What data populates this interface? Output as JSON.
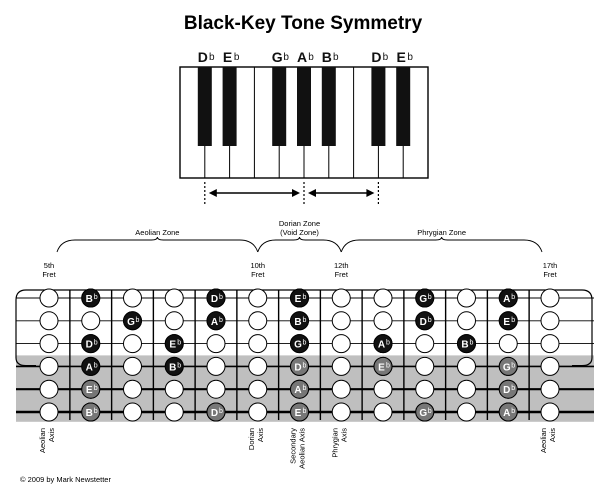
{
  "title": "Black-Key Tone Symmetry",
  "copyright": "© 2009 by Mark Newstetter",
  "keyboard": {
    "top_labels": [
      {
        "note": "D",
        "acc": "b"
      },
      {
        "note": "E",
        "acc": "b"
      },
      {
        "note": "G",
        "acc": "b"
      },
      {
        "note": "A",
        "acc": "b"
      },
      {
        "note": "B",
        "acc": "b"
      },
      {
        "note": "D",
        "acc": "b"
      },
      {
        "note": "E",
        "acc": "b"
      }
    ],
    "symmetry_note": "symmetric arrows around the A-flat axis"
  },
  "zones": [
    {
      "name": "Aeolian Zone"
    },
    {
      "name": "Dorian Zone",
      "sub": "(Void Zone)"
    },
    {
      "name": "Phrygian Zone"
    }
  ],
  "fret_labels": [
    {
      "num": "5th",
      "word": "Fret"
    },
    {
      "num": "10th",
      "word": "Fret"
    },
    {
      "num": "12th",
      "word": "Fret"
    },
    {
      "num": "17th",
      "word": "Fret"
    }
  ],
  "axis_labels": [
    {
      "lines": [
        "Aeolian",
        "Axis"
      ]
    },
    {
      "lines": [
        "Dorian",
        "Axis"
      ]
    },
    {
      "lines": [
        "Secondary",
        "Aeolian Axis"
      ]
    },
    {
      "lines": [
        "Phrygian",
        "Axis"
      ]
    },
    {
      "lines": [
        "Aeolian",
        "Axis"
      ]
    }
  ],
  "fretboard": {
    "fret_count": 13,
    "string_count": 6,
    "notes": [
      {
        "string": 1,
        "fret": 1,
        "name": "B",
        "acc": "b",
        "style": "black"
      },
      {
        "string": 1,
        "fret": 4,
        "name": "D",
        "acc": "b",
        "style": "black"
      },
      {
        "string": 1,
        "fret": 6,
        "name": "E",
        "acc": "b",
        "style": "black"
      },
      {
        "string": 1,
        "fret": 9,
        "name": "G",
        "acc": "b",
        "style": "black"
      },
      {
        "string": 1,
        "fret": 11,
        "name": "A",
        "acc": "b",
        "style": "black"
      },
      {
        "string": 2,
        "fret": 2,
        "name": "G",
        "acc": "b",
        "style": "black"
      },
      {
        "string": 2,
        "fret": 4,
        "name": "A",
        "acc": "b",
        "style": "black"
      },
      {
        "string": 2,
        "fret": 6,
        "name": "B",
        "acc": "b",
        "style": "black"
      },
      {
        "string": 2,
        "fret": 9,
        "name": "D",
        "acc": "b",
        "style": "black"
      },
      {
        "string": 2,
        "fret": 11,
        "name": "E",
        "acc": "b",
        "style": "black"
      },
      {
        "string": 3,
        "fret": 1,
        "name": "D",
        "acc": "b",
        "style": "black"
      },
      {
        "string": 3,
        "fret": 3,
        "name": "E",
        "acc": "b",
        "style": "black"
      },
      {
        "string": 3,
        "fret": 6,
        "name": "G",
        "acc": "b",
        "style": "black"
      },
      {
        "string": 3,
        "fret": 8,
        "name": "A",
        "acc": "b",
        "style": "black"
      },
      {
        "string": 3,
        "fret": 10,
        "name": "B",
        "acc": "b",
        "style": "black"
      },
      {
        "string": 4,
        "fret": 1,
        "name": "A",
        "acc": "b",
        "style": "black"
      },
      {
        "string": 4,
        "fret": 3,
        "name": "B",
        "acc": "b",
        "style": "black"
      },
      {
        "string": 4,
        "fret": 6,
        "name": "D",
        "acc": "b",
        "style": "gray"
      },
      {
        "string": 4,
        "fret": 8,
        "name": "E",
        "acc": "b",
        "style": "gray"
      },
      {
        "string": 4,
        "fret": 11,
        "name": "G",
        "acc": "b",
        "style": "gray"
      },
      {
        "string": 5,
        "fret": 1,
        "name": "E",
        "acc": "b",
        "style": "gray"
      },
      {
        "string": 5,
        "fret": 6,
        "name": "A",
        "acc": "b",
        "style": "gray"
      },
      {
        "string": 5,
        "fret": 11,
        "name": "D",
        "acc": "b",
        "style": "gray"
      },
      {
        "string": 6,
        "fret": 1,
        "name": "B",
        "acc": "b",
        "style": "gray"
      },
      {
        "string": 6,
        "fret": 4,
        "name": "D",
        "acc": "b",
        "style": "gray"
      },
      {
        "string": 6,
        "fret": 6,
        "name": "E",
        "acc": "b",
        "style": "gray"
      },
      {
        "string": 6,
        "fret": 9,
        "name": "G",
        "acc": "b",
        "style": "gray"
      },
      {
        "string": 6,
        "fret": 11,
        "name": "A",
        "acc": "b",
        "style": "gray"
      }
    ]
  },
  "colors": {
    "black": "#111111",
    "gray": "#777777",
    "shade": "#bfbfbf",
    "line": "#000000",
    "white": "#ffffff"
  }
}
